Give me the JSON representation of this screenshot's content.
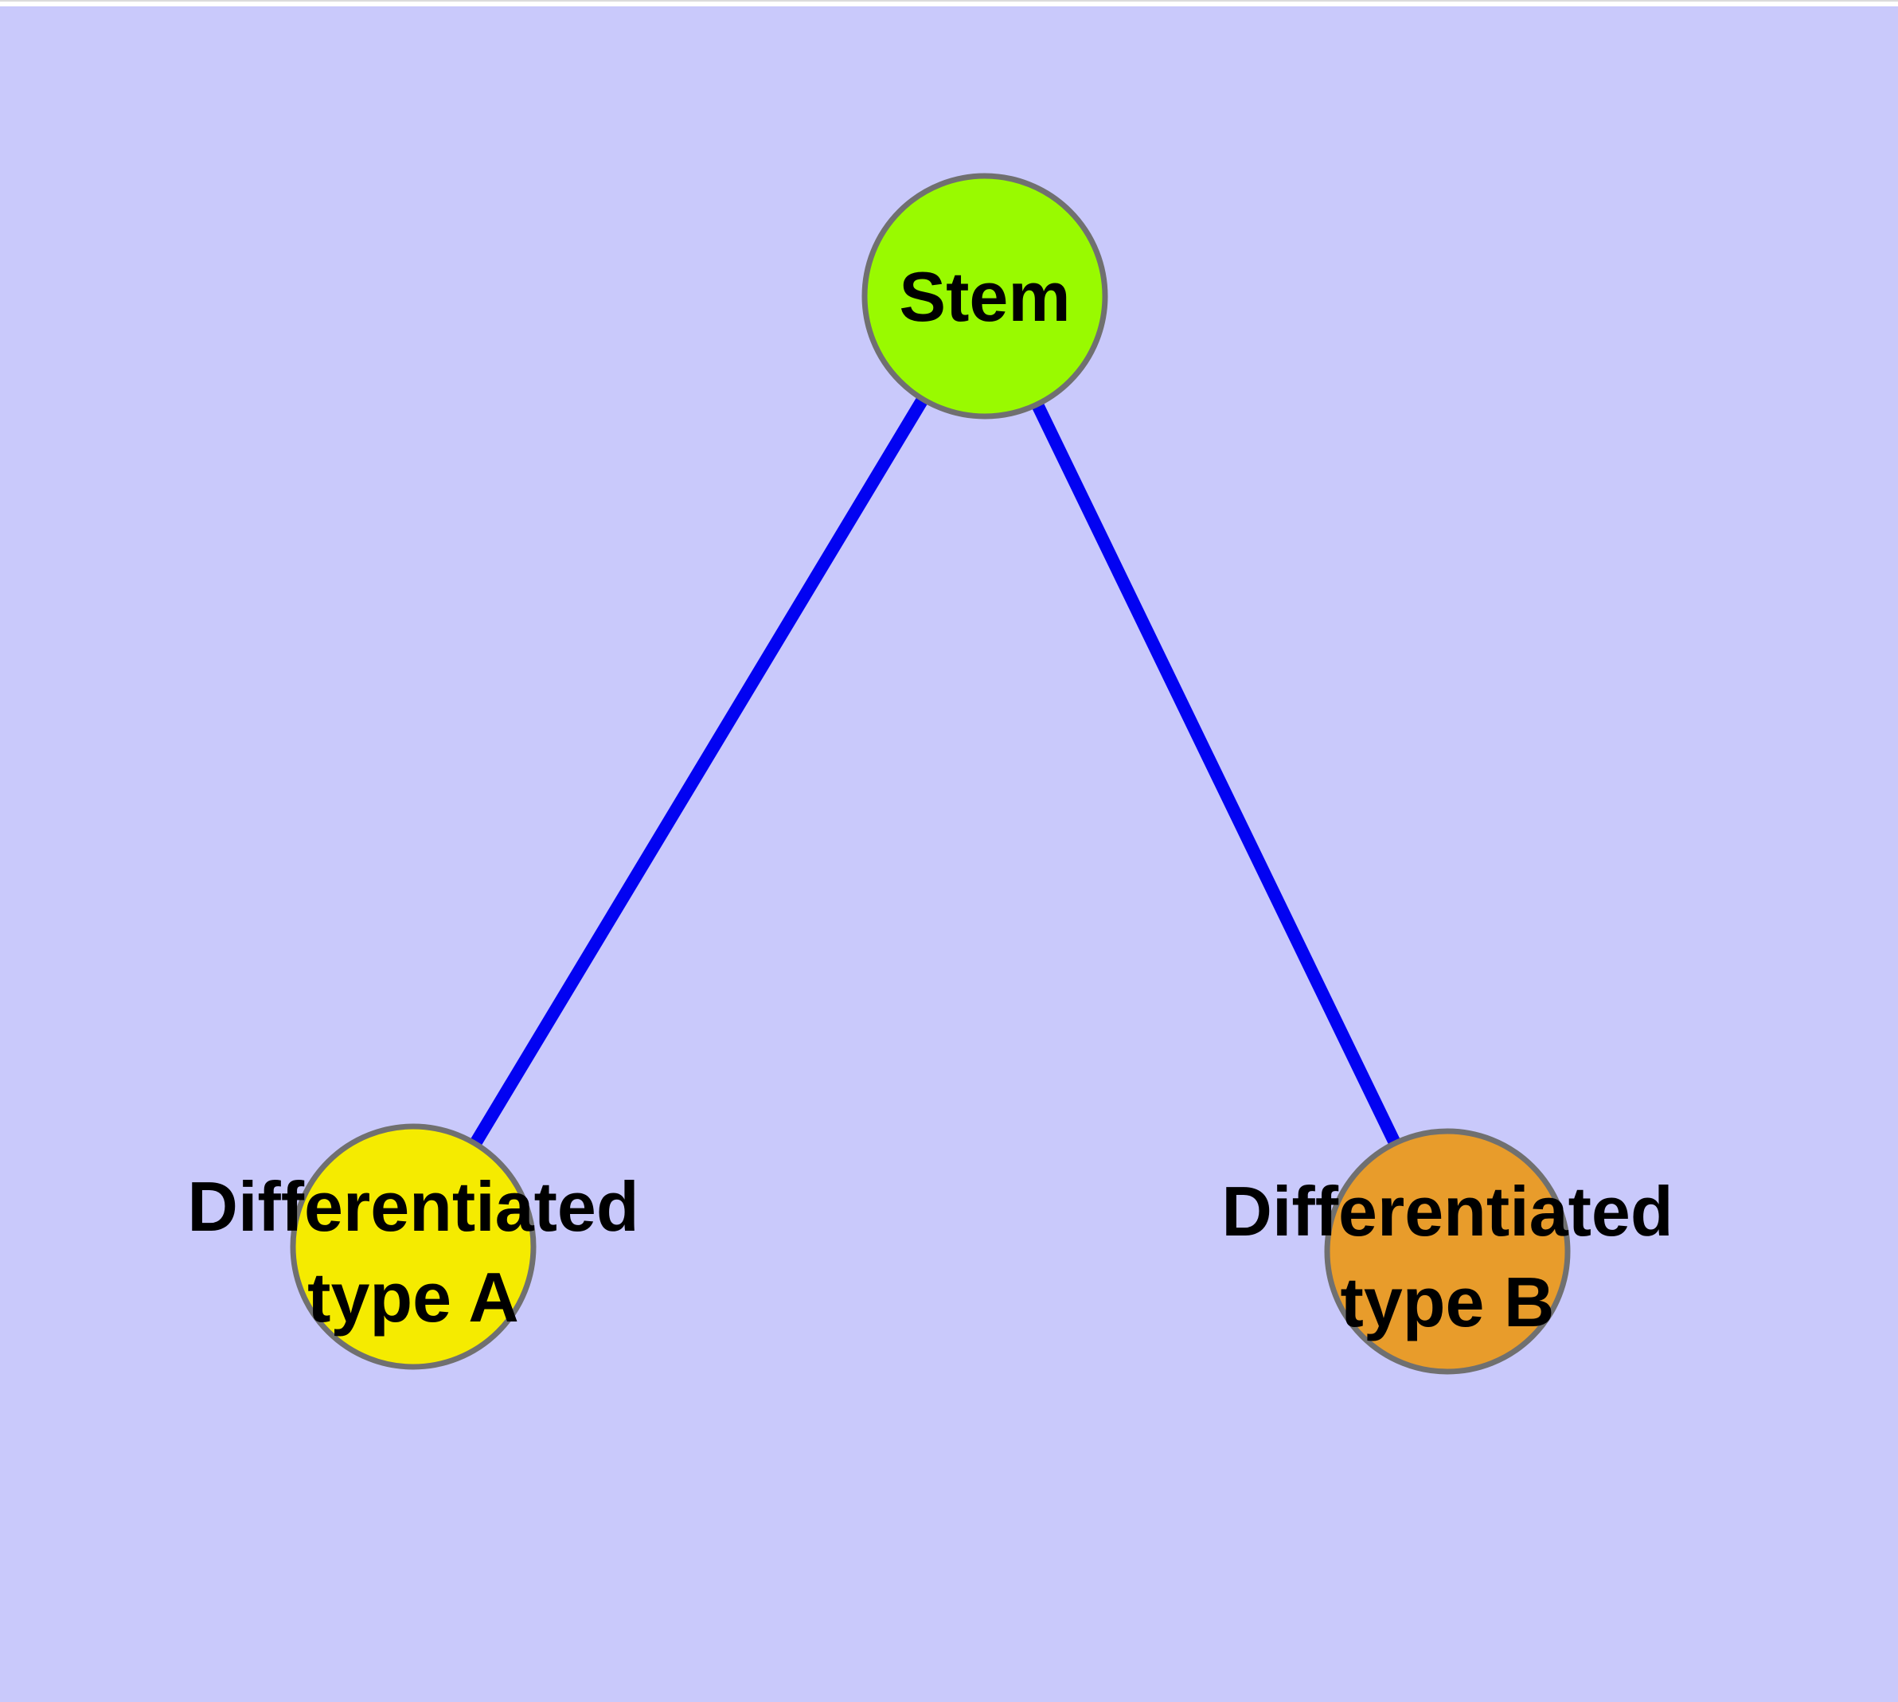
{
  "diagram": {
    "background_color": "#C9C9FB",
    "top_margin_color": "#FFFFFF",
    "top_hairline_color": "#DBDBDB",
    "edge_color": "#0202F2",
    "edge_width": 16,
    "node_border_color": "#707070",
    "node_border_width": 7,
    "label_color": "#000000",
    "nodes": [
      {
        "id": "stem",
        "lines": [
          "Stem"
        ],
        "fill": "#99FA00"
      },
      {
        "id": "differentiated-type-a",
        "lines": [
          "Differentiated",
          "type A"
        ],
        "fill": "#F5EB00"
      },
      {
        "id": "differentiated-type-b",
        "lines": [
          "Differentiated",
          "type B"
        ],
        "fill": "#E89C2B"
      }
    ],
    "edges": [
      {
        "from": "stem",
        "to": "differentiated-type-a"
      },
      {
        "from": "stem",
        "to": "differentiated-type-b"
      }
    ]
  }
}
